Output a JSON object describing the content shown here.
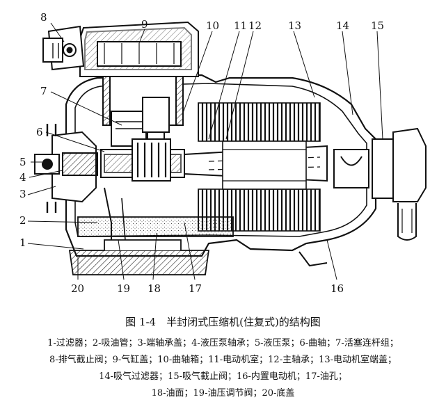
{
  "figure": {
    "callouts": [
      "8",
      "9",
      "10",
      "11",
      "12",
      "13",
      "14",
      "15",
      "7",
      "6",
      "5",
      "4",
      "3",
      "2",
      "1",
      "20",
      "19",
      "18",
      "17",
      "16"
    ],
    "title": "图 1-4　半封闭式压缩机(住复式)的结构图",
    "legend_lines": [
      "1-过滤器；2-吸油管；3-端轴承盖；4-液压泵轴承；5-液压泵；6-曲轴；7-活塞连杆组；",
      "8-排气截止阀；9-气缸盖；10-曲轴箱；11-电动机室；12-主轴承；13-电动机室端盖；",
      "14-吸气过滤器；15-吸气截止阀；16-内置电动机；17-油孔；",
      "18-油面；19-油压调节阀；20-底盖"
    ]
  }
}
